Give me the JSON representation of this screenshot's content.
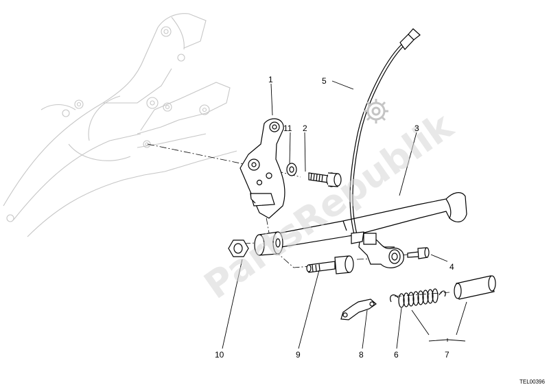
{
  "diagram": {
    "callouts": [
      "1",
      "2",
      "3",
      "4",
      "5",
      "6",
      "7",
      "8",
      "9",
      "10",
      "11"
    ],
    "drawing_code": "TEL00396",
    "watermark": "PartsRepublik"
  }
}
